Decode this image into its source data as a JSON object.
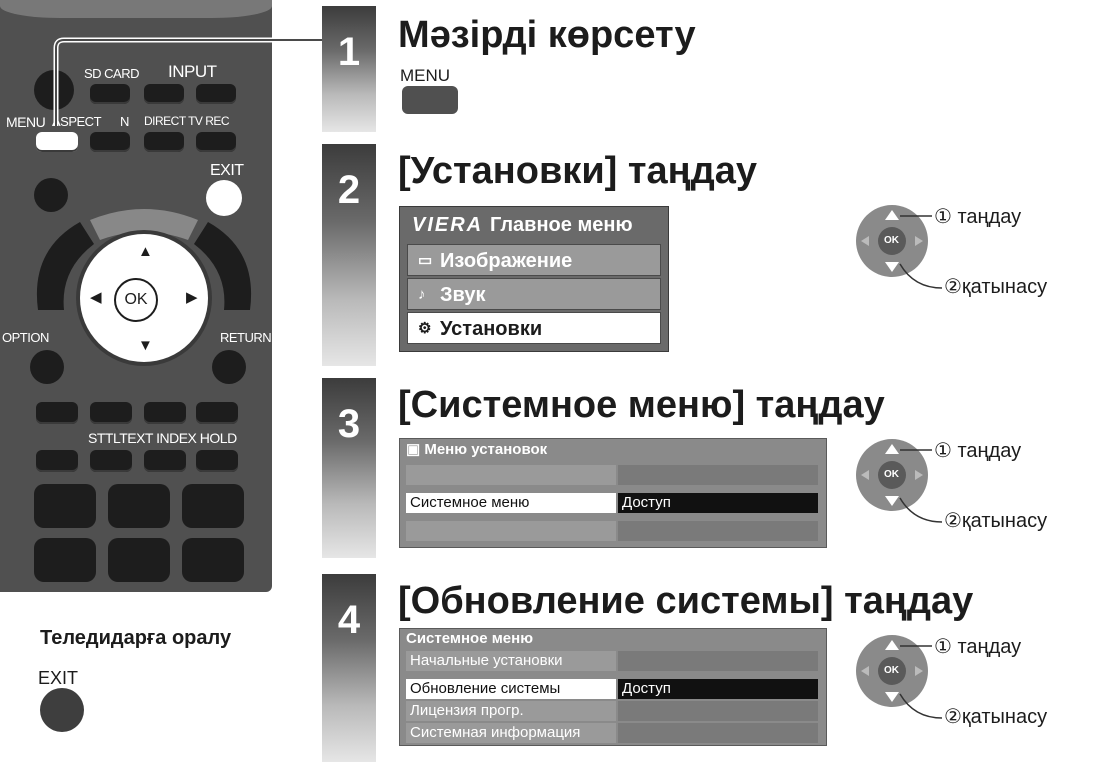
{
  "remote": {
    "row1": {
      "sdcard": "SD CARD",
      "input": "INPUT"
    },
    "row2": {
      "menu": "MENU",
      "aspect": "ASPECT",
      "n": "N",
      "direct": "DIRECT TV REC"
    },
    "exit": "EXIT",
    "ok": "OK",
    "option": "OPTION",
    "return": "RETURN",
    "text_row": "STTLTEXT INDEX HOLD"
  },
  "steps": [
    {
      "num": "1",
      "title": "Мәзірді көрсету"
    },
    {
      "num": "2",
      "title": "[Установки] таңдау"
    },
    {
      "num": "3",
      "title": "[Системное меню] таңдау"
    },
    {
      "num": "4",
      "title": "[Обновление системы] таңдау"
    }
  ],
  "step1": {
    "key_label": "MENU"
  },
  "step2": {
    "logo": "VIERA",
    "header": "Главное меню",
    "items": [
      "Изображение",
      "Звук",
      "Установки"
    ]
  },
  "step3": {
    "header": "Меню установок",
    "selected_label": "Системное меню",
    "selected_value": "Доступ"
  },
  "step4": {
    "header": "Системное меню",
    "items": [
      "Начальные установки",
      "Обновление системы",
      "Лицензия прогр.",
      "Системная информация"
    ],
    "selected_value": "Доступ"
  },
  "nav": {
    "select": "① таңдау",
    "access": "②қатынасу",
    "ok": "OK"
  },
  "back": {
    "title": "Теледидарға оралу",
    "key_label": "EXIT"
  },
  "colors": {
    "band_dark": "#3c3c3c",
    "remote_body": "#505050",
    "menu_grey": "#8a8a8a",
    "highlight": "#ffffff",
    "value_bg": "#111111"
  }
}
